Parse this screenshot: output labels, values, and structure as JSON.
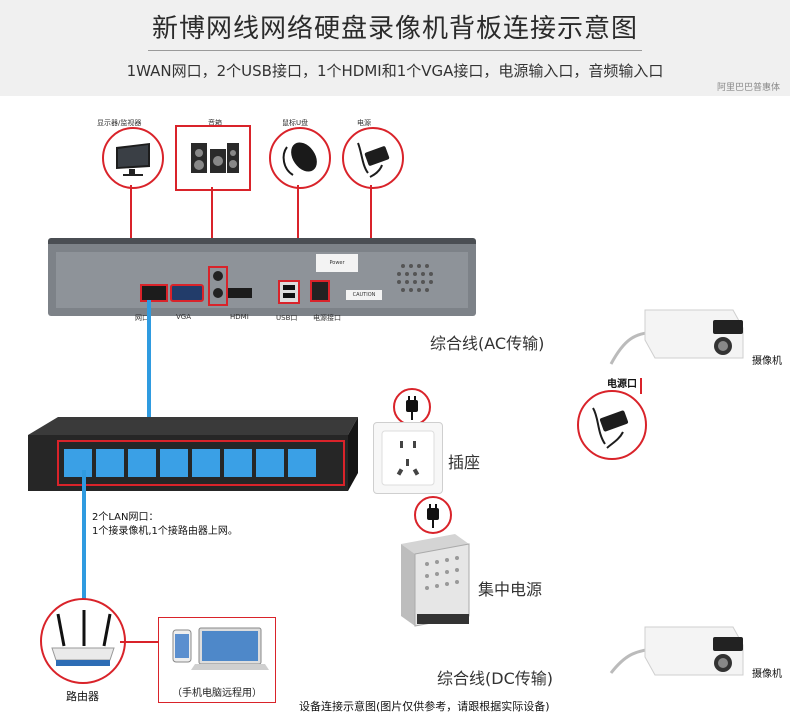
{
  "header": {
    "title": "新博网线网络硬盘录像机背板连接示意图",
    "subtitle": "1WAN网口，2个USB接口，1个HDMI和1个VGA接口，电源输入口，音频输入口",
    "watermark": "阿里巴巴普惠体"
  },
  "peripherals": {
    "monitor": "显示器/监视器",
    "speaker": "音箱",
    "mouse": "鼠标U盘",
    "power": "电源"
  },
  "nvr_ports": {
    "lan": "网口",
    "vga": "VGA",
    "hdmi": "HDMI",
    "usb": "USB口",
    "power": "电源接口"
  },
  "nvr_panel": {
    "sticker": "Power",
    "caution": "CAUTION"
  },
  "labels": {
    "cable_ac": "综合线(AC传输)",
    "cable_dc": "综合线(DC传输)",
    "socket": "插座",
    "psu": "集中电源",
    "camera_top": "摄像机",
    "camera_bottom": "摄像机",
    "camera_power": "电源口",
    "lan_note_1": "2个LAN网口：",
    "lan_note_2": "1个接录像机,1个接路由器上网。",
    "router": "路由器",
    "remote": "（手机电脑远程用）",
    "footer": "设备连接示意图(图片仅供参考，请跟根据实际设备)"
  },
  "colors": {
    "accent_red": "#d9232a",
    "cable_blue": "#2f9be0",
    "port_blue": "#3aa0e6"
  },
  "icons": [
    "monitor-icon",
    "speaker-icon",
    "mouse-icon",
    "power-adapter-icon",
    "socket-icon",
    "plug-icon",
    "router-icon",
    "phone-icon",
    "laptop-icon",
    "camera-icon"
  ]
}
